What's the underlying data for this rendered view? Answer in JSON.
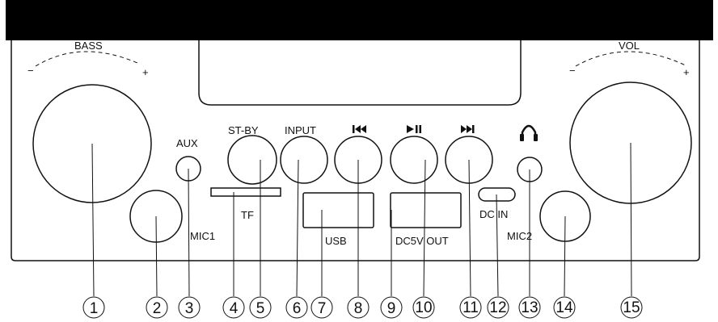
{
  "labels": {
    "bass": "BASS",
    "vol": "VOL",
    "minus": "−",
    "plus": "+",
    "aux": "AUX",
    "stby": "ST-BY",
    "input": "INPUT",
    "tf": "TF",
    "usb": "USB",
    "dc5v_out": "DC5V OUT",
    "dc_in": "DC IN",
    "mic1": "MIC1",
    "mic2": "MIC2"
  },
  "icons": {
    "prev": "previous-track-icon",
    "play_pause": "play-pause-icon",
    "next": "next-track-icon",
    "headphone": "headphone-icon"
  },
  "callouts": [
    "1",
    "2",
    "3",
    "4",
    "5",
    "6",
    "7",
    "8",
    "9",
    "10",
    "11",
    "12",
    "13",
    "14",
    "15"
  ],
  "colors": {
    "header_bar": "#000000",
    "line": "#111111"
  }
}
